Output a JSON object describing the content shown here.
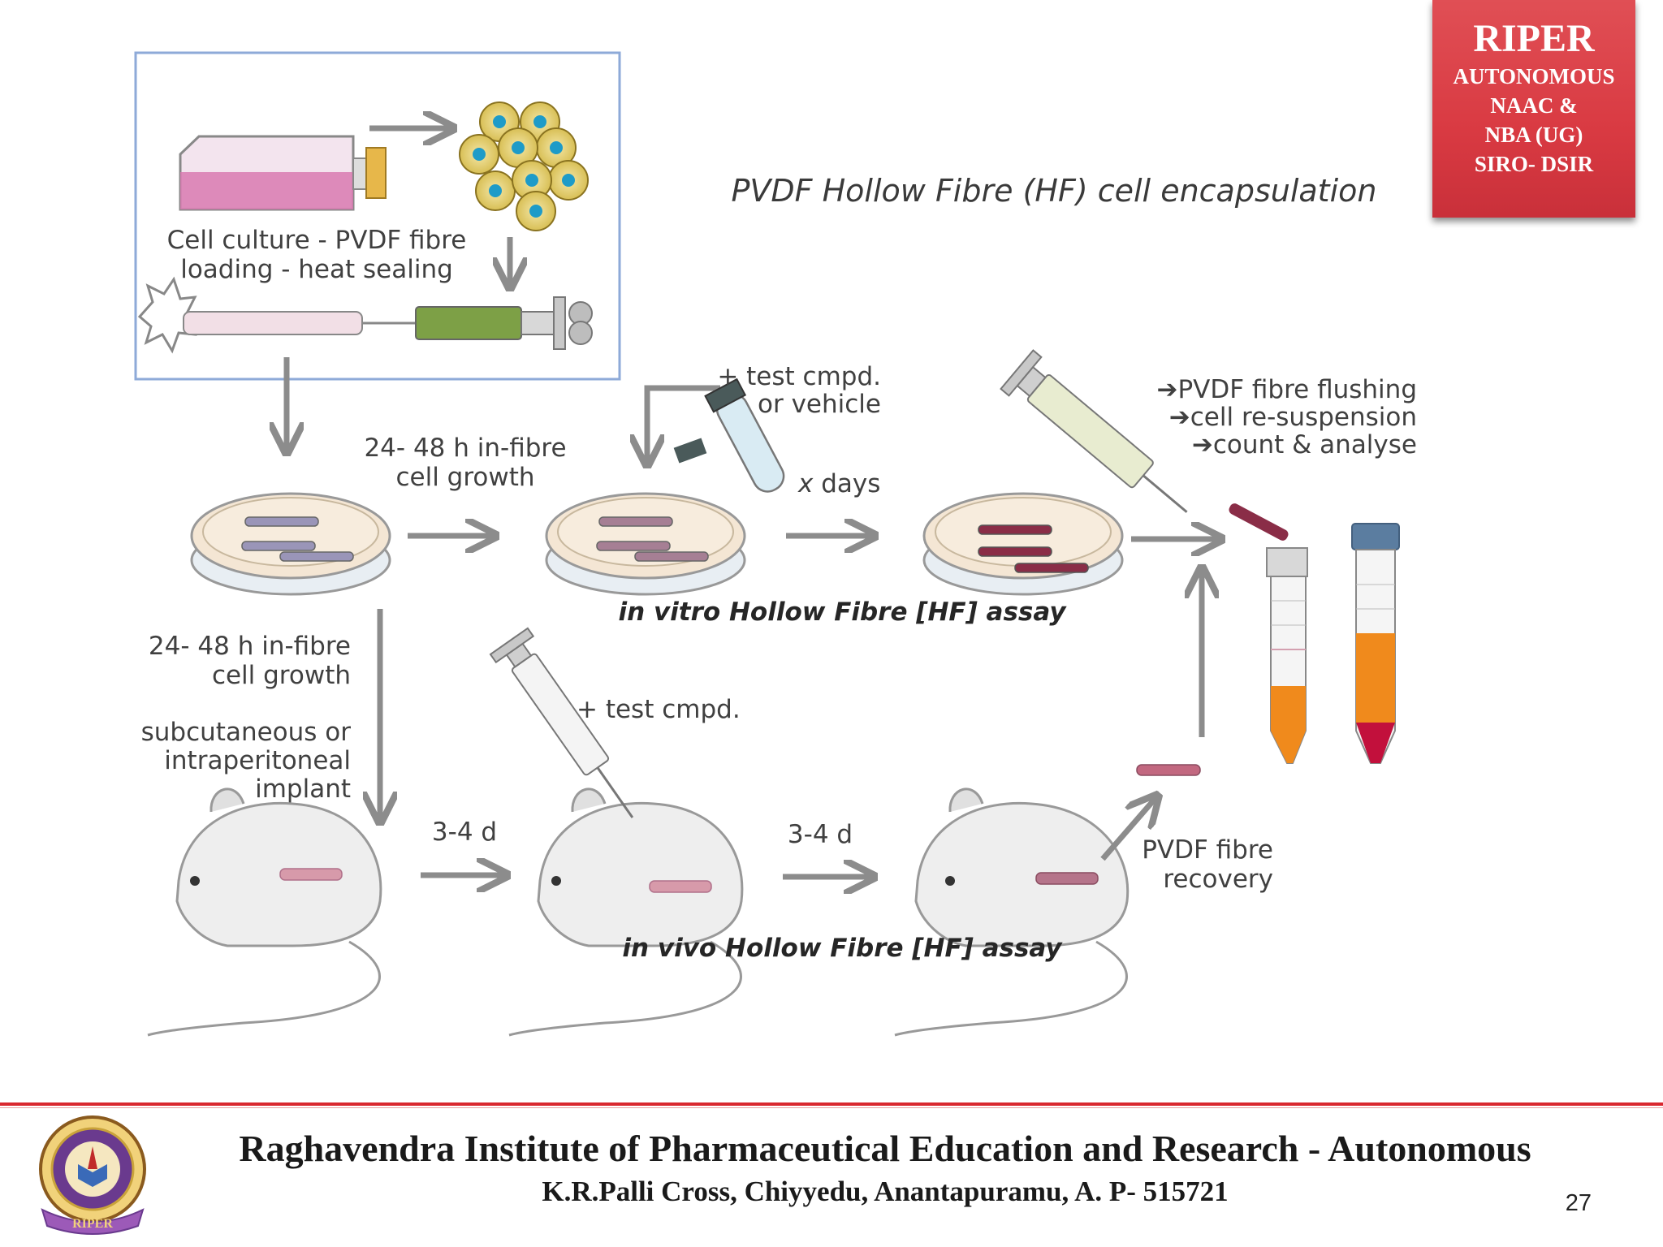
{
  "diagram": {
    "title": "PVDF Hollow Fibre (HF) cell encapsulation",
    "box_label_1": "Cell culture - PVDF fibre",
    "box_label_2": "loading - heat sealing",
    "growth_1a": "24- 48 h in-fibre",
    "growth_1b": "cell growth",
    "test_cmpd_a": "+ test cmpd.",
    "test_cmpd_b": "or vehicle",
    "x_days_x": "x",
    "x_days_rest": " days",
    "flush_1": "PVDF fibre flushing",
    "flush_2": "cell re-suspension",
    "flush_3": "count & analyse",
    "in_vitro": "in vitro Hollow Fibre [HF] assay",
    "growth_2a": "24- 48 h in-fibre",
    "growth_2b": "cell growth",
    "implant_1": "subcutaneous or",
    "implant_2": "intraperitoneal",
    "implant_3": "implant",
    "test_cmpd_2": "+ test cmpd.",
    "d1": "3-4 d",
    "d2": "3-4 d",
    "recovery_1": "PVDF fibre",
    "recovery_2": "recovery",
    "in_vivo": "in vivo Hollow Fibre [HF] assay"
  },
  "badge": {
    "title": "RIPER",
    "line1": "AUTONOMOUS",
    "line2": "NAAC &",
    "line3": "NBA (UG)",
    "line4": "SIRO- DSIR"
  },
  "footer": {
    "institute": "Raghavendra Institute of Pharmaceutical Education and Research - Autonomous",
    "address": "K.R.Palli Cross, Chiyyedu, Anantapuramu, A. P- 515721",
    "page": "27",
    "logo_text": "RIPER"
  },
  "colors": {
    "accent_red": "#d9272e",
    "arrow_gray": "#8c8c8c",
    "fibre_pink": "#c9a4b4",
    "tube_orange": "#f08a1c",
    "tube_red": "#c2103c"
  }
}
